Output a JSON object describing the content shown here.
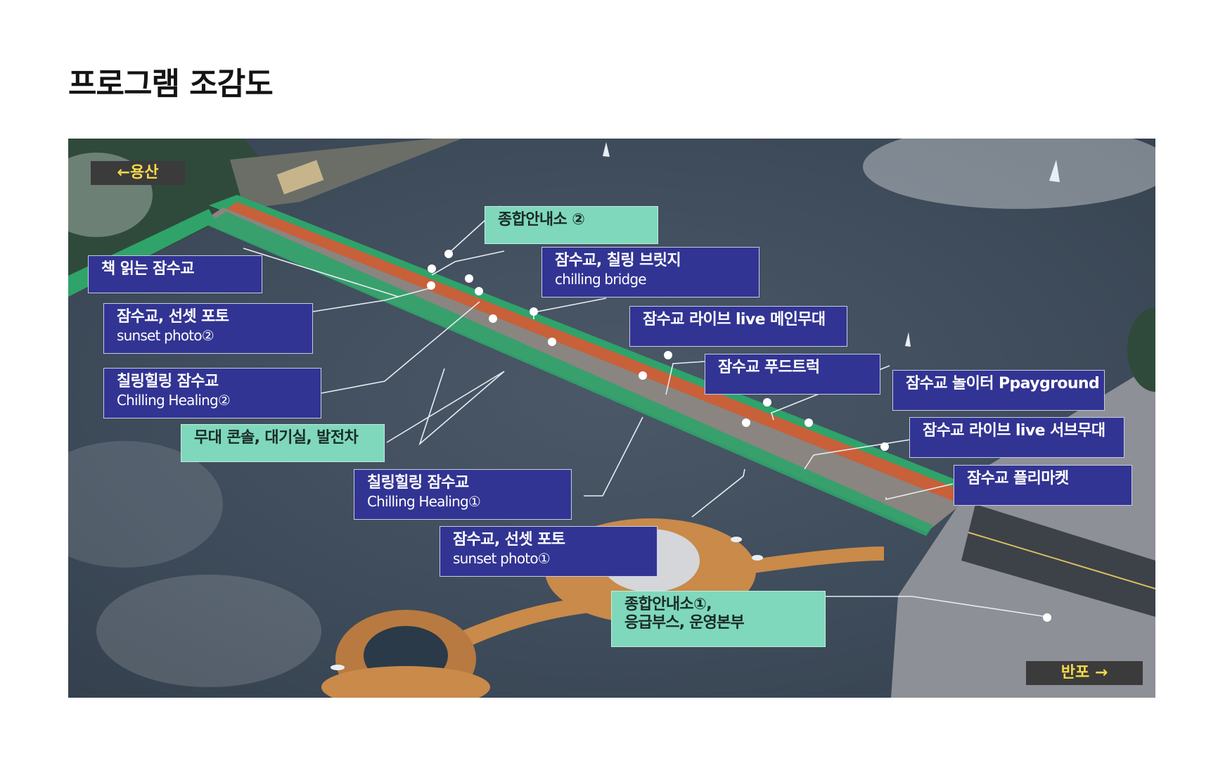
{
  "title": "프로그램 조감도",
  "directions": {
    "left": {
      "arrow": "←",
      "label": "용산"
    },
    "right": {
      "label": "반포",
      "arrow": "→"
    }
  },
  "labels": {
    "info2": {
      "main": "종합안내소 ②"
    },
    "reading": {
      "main": "책 읽는 잠수교"
    },
    "chilling_bridge": {
      "main": "잠수교, 칠링 브릿지",
      "sub": "chilling bridge"
    },
    "sunset2": {
      "main": "잠수교, 선셋 포토",
      "sub": "sunset photo②"
    },
    "live_main": {
      "main": "잠수교 라이브 live 메인무대"
    },
    "healing2": {
      "main": "칠링힐링 잠수교",
      "sub": "Chilling Healing②"
    },
    "foodtruck": {
      "main": "잠수교 푸드트럭"
    },
    "playground": {
      "main": "잠수교 놀이터 Ppayground"
    },
    "stage_console": {
      "main": "무대 콘솔, 대기실, 발전차"
    },
    "live_sub": {
      "main": "잠수교 라이브 live 서브무대"
    },
    "healing1": {
      "main": "칠링힐링 잠수교",
      "sub": "Chilling Healing①"
    },
    "flea": {
      "main": "잠수교 플리마켓"
    },
    "sunset1": {
      "main": "잠수교, 선셋 포토",
      "sub": "sunset photo①"
    },
    "info1": {
      "main": "종합안내소①,",
      "sub": "응급부스, 운영본부"
    }
  },
  "colors": {
    "label_blue": "#323493",
    "label_green": "#7fd8bc",
    "river": "#43505f",
    "bridge_deck": "#8a8580",
    "bike_lane": "#c8603a",
    "green_lane": "#2fa36a",
    "direction_text": "#f5d94b"
  }
}
